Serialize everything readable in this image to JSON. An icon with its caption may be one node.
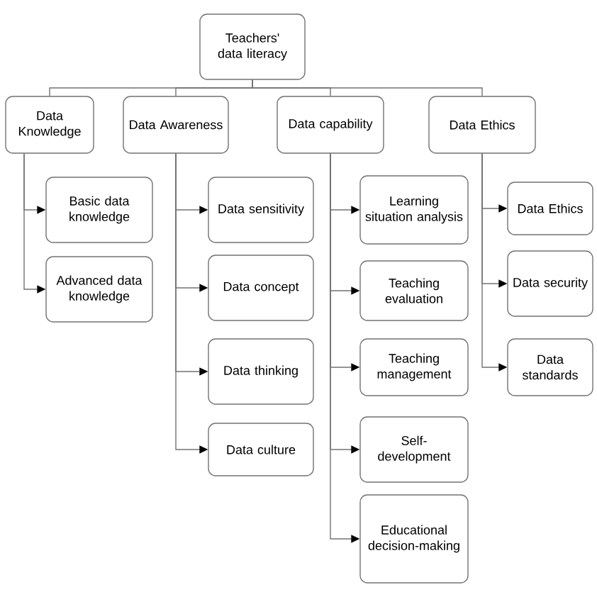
{
  "diagram": {
    "nodes": [
      {
        "text": [
          "Teachers' data literacy"
        ]
      },
      {
        "text": [
          "Data Knowledge"
        ]
      },
      {
        "text": [
          "Data Awareness"
        ]
      },
      {
        "text": [
          "Data capability"
        ]
      },
      {
        "text": [
          "Data Ethics"
        ]
      },
      {
        "text": [
          "Basic data knowledge"
        ]
      },
      {
        "text": [
          "Advanced data knowledge"
        ]
      },
      {
        "text": [
          "Data sensitivity"
        ]
      },
      {
        "text": [
          "Data concept"
        ]
      },
      {
        "text": [
          "Data thinking"
        ]
      },
      {
        "text": [
          "Data culture"
        ]
      },
      {
        "text": [
          "Learning situation analysis"
        ]
      },
      {
        "text": [
          "Teaching evaluation"
        ]
      },
      {
        "text": [
          "Teaching management"
        ]
      },
      {
        "text": [
          "Self-development"
        ]
      },
      {
        "text": [
          "Educational decision-making"
        ]
      },
      {
        "text": [
          "Data Ethics"
        ]
      },
      {
        "text": [
          "Data security"
        ]
      },
      {
        "text": [
          "Data standards"
        ]
      }
    ],
    "edges": [
      {
        "from": 0,
        "to": 1,
        "arrow": "none"
      },
      {
        "from": 0,
        "to": 2,
        "arrow": "none"
      },
      {
        "from": 0,
        "to": 3,
        "arrow": "none"
      },
      {
        "from": 0,
        "to": 4,
        "arrow": "none"
      },
      {
        "from": 1,
        "to": 5,
        "arrow": "to"
      },
      {
        "from": 1,
        "to": 6,
        "arrow": "to"
      },
      {
        "from": 2,
        "to": 7,
        "arrow": "to"
      },
      {
        "from": 2,
        "to": 8,
        "arrow": "to"
      },
      {
        "from": 2,
        "to": 9,
        "arrow": "to"
      },
      {
        "from": 2,
        "to": 10,
        "arrow": "to"
      },
      {
        "from": 3,
        "to": 11,
        "arrow": "to"
      },
      {
        "from": 3,
        "to": 12,
        "arrow": "to"
      },
      {
        "from": 3,
        "to": 13,
        "arrow": "to"
      },
      {
        "from": 3,
        "to": 14,
        "arrow": "to"
      },
      {
        "from": 3,
        "to": 15,
        "arrow": "to"
      },
      {
        "from": 4,
        "to": 16,
        "arrow": "to"
      },
      {
        "from": 4,
        "to": 17,
        "arrow": "to"
      },
      {
        "from": 4,
        "to": 18,
        "arrow": "to"
      }
    ]
  }
}
